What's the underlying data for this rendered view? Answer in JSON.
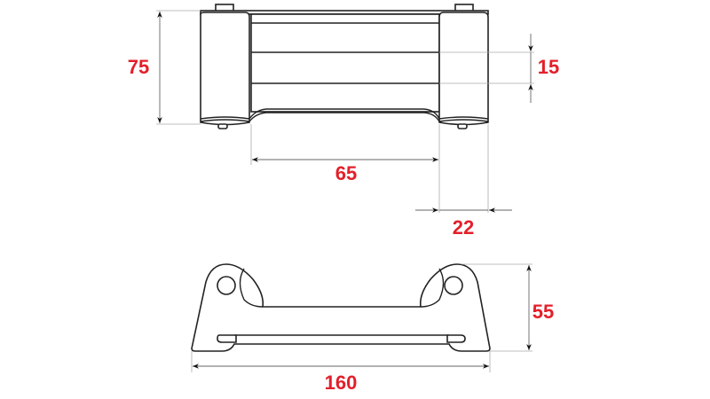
{
  "colors": {
    "dimension_text": "#e3202b",
    "outline": "#222222"
  },
  "views": {
    "top": {
      "dimensions": {
        "height": "75",
        "bar_spacing": "15",
        "inner_width": "65",
        "roller_width": "22"
      }
    },
    "front": {
      "dimensions": {
        "height": "55",
        "overall_width": "160"
      }
    }
  }
}
